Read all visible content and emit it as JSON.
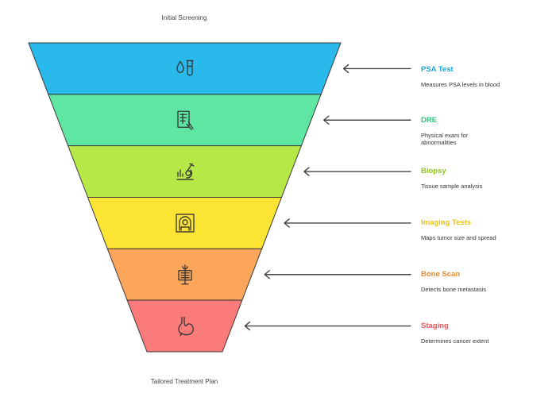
{
  "top_label": "Initial Screening",
  "bottom_label": "Tailored Treatment Plan",
  "steps": [
    {
      "title": "PSA Test",
      "description": "Measures PSA levels in blood",
      "color": "#2ab9eb",
      "title_color": "#1ba8d8",
      "icon": "test-tube-blood-drop-icon"
    },
    {
      "title": "DRE",
      "description": "Physical exam for abnormalities",
      "color": "#5fe6a2",
      "title_color": "#2cc47b",
      "icon": "xray-hand-examination-icon"
    },
    {
      "title": "Biopsy",
      "description": "Tissue sample analysis",
      "color": "#b6e848",
      "title_color": "#8fc31e",
      "icon": "microscope-icon"
    },
    {
      "title": "Imaging Tests",
      "description": "Maps tumor size and spread",
      "color": "#fbe433",
      "title_color": "#e8c60c",
      "icon": "mri-scanner-icon"
    },
    {
      "title": "Bone Scan",
      "description": "Detects bone metastasis",
      "color": "#fba65a",
      "title_color": "#ef8a2b",
      "icon": "bone-xray-icon"
    },
    {
      "title": "Staging",
      "description": "Determines cancer extent",
      "color": "#fb7a7a",
      "title_color": "#ec5555",
      "icon": "stomach-icon"
    }
  ]
}
